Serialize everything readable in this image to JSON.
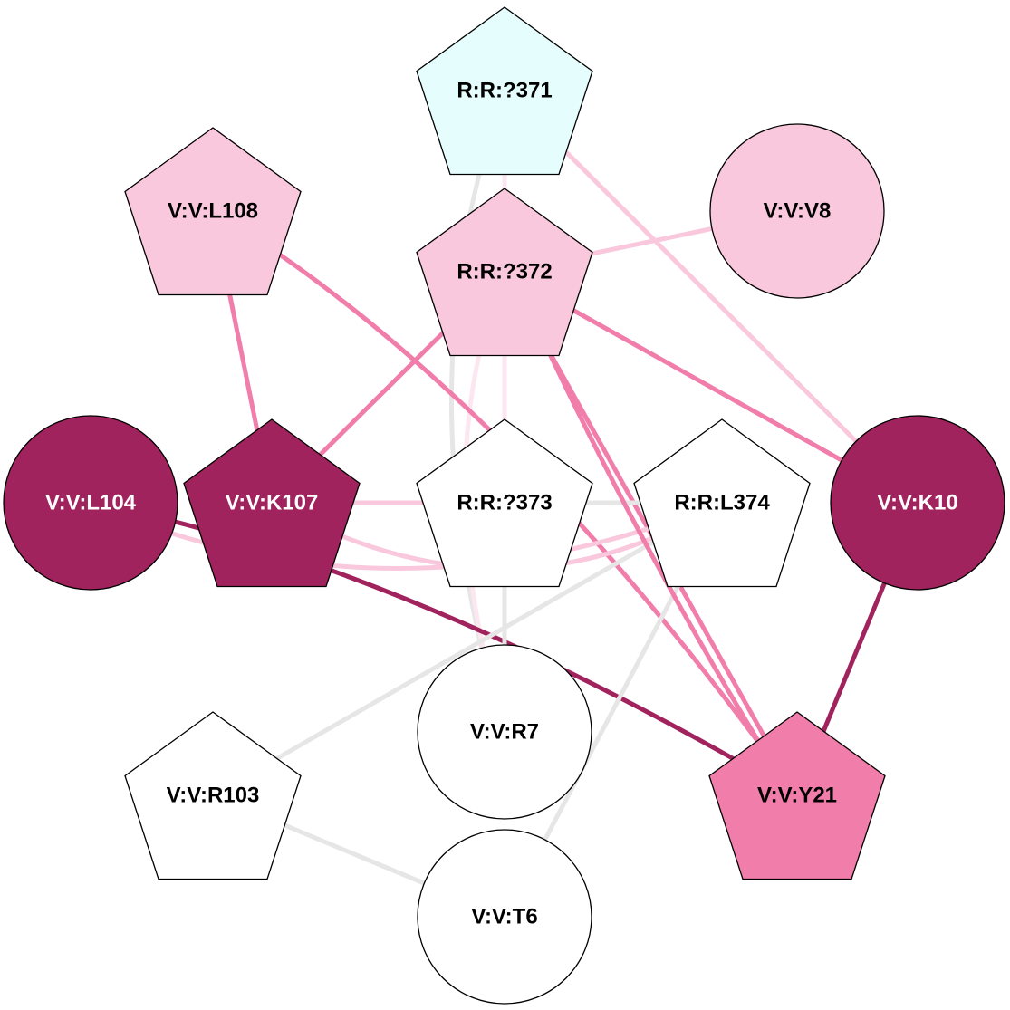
{
  "diagram": {
    "type": "residue-interaction-network",
    "colors": {
      "dark": "#a0235d",
      "medium": "#f07daa",
      "light": "#f9c8dc",
      "very_light": "#fce6ef",
      "cyan": "#e6fdfd",
      "white": "#ffffff",
      "gray_edge": "#e6e6e6"
    },
    "nodes": [
      {
        "id": "R:R:?371",
        "label": "R:R:?371",
        "shape": "pentagon",
        "fill": "#e6fdfd",
        "text_color": "#000000"
      },
      {
        "id": "V:V:L108",
        "label": "V:V:L108",
        "shape": "pentagon",
        "fill": "#f9c8dc",
        "text_color": "#000000"
      },
      {
        "id": "R:R:?372",
        "label": "R:R:?372",
        "shape": "pentagon",
        "fill": "#f9c8dc",
        "text_color": "#000000"
      },
      {
        "id": "V:V:V8",
        "label": "V:V:V8",
        "shape": "circle",
        "fill": "#f9c8dc",
        "text_color": "#000000"
      },
      {
        "id": "V:V:L104",
        "label": "V:V:L104",
        "shape": "circle",
        "fill": "#a0235d",
        "text_color": "#ffffff"
      },
      {
        "id": "V:V:K107",
        "label": "V:V:K107",
        "shape": "pentagon",
        "fill": "#a0235d",
        "text_color": "#ffffff"
      },
      {
        "id": "R:R:?373",
        "label": "R:R:?373",
        "shape": "pentagon",
        "fill": "#ffffff",
        "text_color": "#000000"
      },
      {
        "id": "R:R:L374",
        "label": "R:R:L374",
        "shape": "pentagon",
        "fill": "#ffffff",
        "text_color": "#000000"
      },
      {
        "id": "V:V:K10",
        "label": "V:V:K10",
        "shape": "circle",
        "fill": "#a0235d",
        "text_color": "#ffffff"
      },
      {
        "id": "V:V:R7",
        "label": "V:V:R7",
        "shape": "circle",
        "fill": "#ffffff",
        "text_color": "#000000"
      },
      {
        "id": "V:V:R103",
        "label": "V:V:R103",
        "shape": "pentagon",
        "fill": "#ffffff",
        "text_color": "#000000"
      },
      {
        "id": "V:V:Y21",
        "label": "V:V:Y21",
        "shape": "pentagon",
        "fill": "#f07daa",
        "text_color": "#000000"
      },
      {
        "id": "V:V:T6",
        "label": "V:V:T6",
        "shape": "circle",
        "fill": "#ffffff",
        "text_color": "#000000"
      }
    ],
    "edges": [
      {
        "source": "R:R:?371",
        "target": "V:V:K10",
        "color": "#f9c8dc"
      },
      {
        "source": "R:R:?371",
        "target": "R:R:?372",
        "color": "#fce6ef"
      },
      {
        "source": "R:R:?371",
        "target": "V:V:R7",
        "color": "#e6e6e6"
      },
      {
        "source": "R:R:?372",
        "target": "V:V:V8",
        "color": "#f9c8dc"
      },
      {
        "source": "R:R:?372",
        "target": "V:V:K10",
        "color": "#f07daa"
      },
      {
        "source": "R:R:?372",
        "target": "V:V:K107",
        "color": "#f07daa"
      },
      {
        "source": "R:R:?372",
        "target": "V:V:Y21",
        "color": "#f07daa"
      },
      {
        "source": "R:R:?372",
        "target": "R:R:?373",
        "color": "#fce6ef"
      },
      {
        "source": "R:R:?372",
        "target": "V:V:R7",
        "color": "#fce6ef"
      },
      {
        "source": "V:V:L108",
        "target": "V:V:K107",
        "color": "#f07daa"
      },
      {
        "source": "V:V:L108",
        "target": "V:V:Y21",
        "color": "#f07daa"
      },
      {
        "source": "V:V:K107",
        "target": "R:R:?373",
        "color": "#f9c8dc"
      },
      {
        "source": "V:V:K107",
        "target": "R:R:L374",
        "color": "#f9c8dc"
      },
      {
        "source": "V:V:L104",
        "target": "R:R:L374",
        "color": "#f9c8dc"
      },
      {
        "source": "V:V:L104",
        "target": "V:V:Y21",
        "color": "#a0235d"
      },
      {
        "source": "R:R:?373",
        "target": "R:R:L374",
        "color": "#e6e6e6"
      },
      {
        "source": "R:R:?373",
        "target": "V:V:R7",
        "color": "#e6e6e6"
      },
      {
        "source": "R:R:L374",
        "target": "V:V:R103",
        "color": "#e6e6e6"
      },
      {
        "source": "R:R:L374",
        "target": "V:V:T6",
        "color": "#e6e6e6"
      },
      {
        "source": "V:V:K10",
        "target": "V:V:Y21",
        "color": "#a0235d"
      },
      {
        "source": "V:V:R103",
        "target": "V:V:T6",
        "color": "#e6e6e6"
      }
    ]
  }
}
